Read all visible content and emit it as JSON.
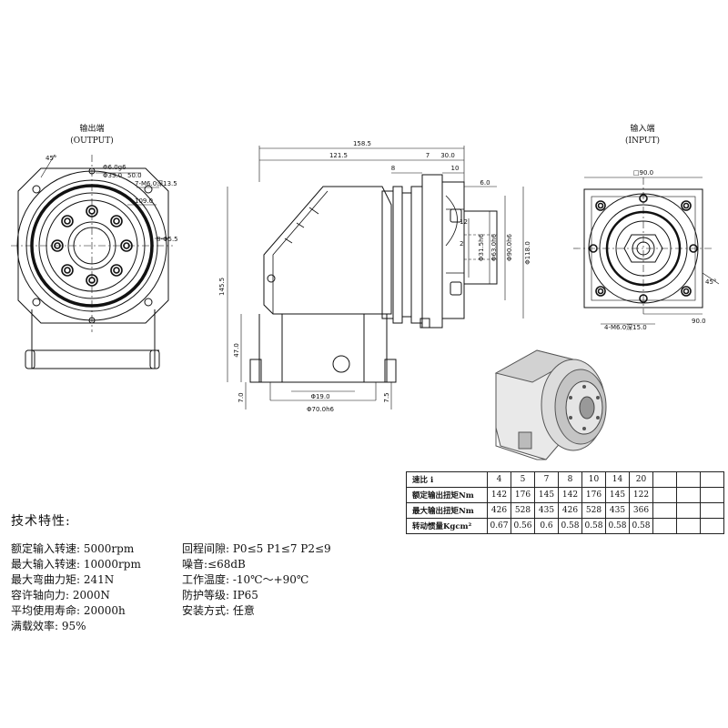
{
  "views": {
    "output": {
      "title": "输出端",
      "subtitle": "(OUTPUT)"
    },
    "input": {
      "title": "输入端",
      "subtitle": "(INPUT)"
    }
  },
  "dims": {
    "output": {
      "angle": "45°",
      "d6": "Φ6.0g6",
      "dpitch": "Φ33.0",
      "d50": "50.0",
      "holes": "7-M6.0深13.5",
      "d109": "109.0",
      "holes8": "8-Φ5.5"
    },
    "side": {
      "len158": "158.5",
      "len121": "121.5",
      "len7": "7",
      "len30": "30.0",
      "len8": "8",
      "len10": "10",
      "len6": "6.0",
      "d315": "Φ31.5h6",
      "d63": "Φ63.0h6",
      "d90": "Φ90.0h6",
      "d118": "Φ118.0",
      "d12": "12",
      "d2": "2",
      "h145": "145.5",
      "h47": "47.0",
      "h7": "7.0",
      "h75": "7.5",
      "d19": "Φ19.0",
      "d70": "Φ70.0h6"
    },
    "input": {
      "sq": "□90.0",
      "holes": "4-M6.0深15.0",
      "w90": "90.0",
      "angle": "45°"
    }
  },
  "spec_title": "技术特性:",
  "specs_left": [
    "额定输入转速: 5000rpm",
    "最大输入转速: 10000rpm",
    "最大弯曲力矩: 241N",
    "容许轴向力: 2000N",
    "平均使用寿命: 20000h",
    "满载效率: 95%"
  ],
  "specs_right": [
    "回程间隙: P0≤5 P1≤7 P2≤9",
    "噪音:≤68dB",
    "工作温度: -10℃～+90℃",
    "防护等级: IP65",
    "安装方式: 任意"
  ],
  "table": {
    "rows": [
      {
        "label": "速比 i",
        "values": [
          "4",
          "5",
          "7",
          "8",
          "10",
          "14",
          "20"
        ]
      },
      {
        "label": "额定输出扭矩Nm",
        "values": [
          "142",
          "176",
          "145",
          "142",
          "176",
          "145",
          "122"
        ]
      },
      {
        "label": "最大输出扭矩Nm",
        "values": [
          "426",
          "528",
          "435",
          "426",
          "528",
          "435",
          "366"
        ]
      },
      {
        "label": "转动惯量Kgcm²",
        "values": [
          "0.67",
          "0.56",
          "0.6",
          "0.58",
          "0.58",
          "0.58",
          "0.58"
        ]
      }
    ]
  }
}
